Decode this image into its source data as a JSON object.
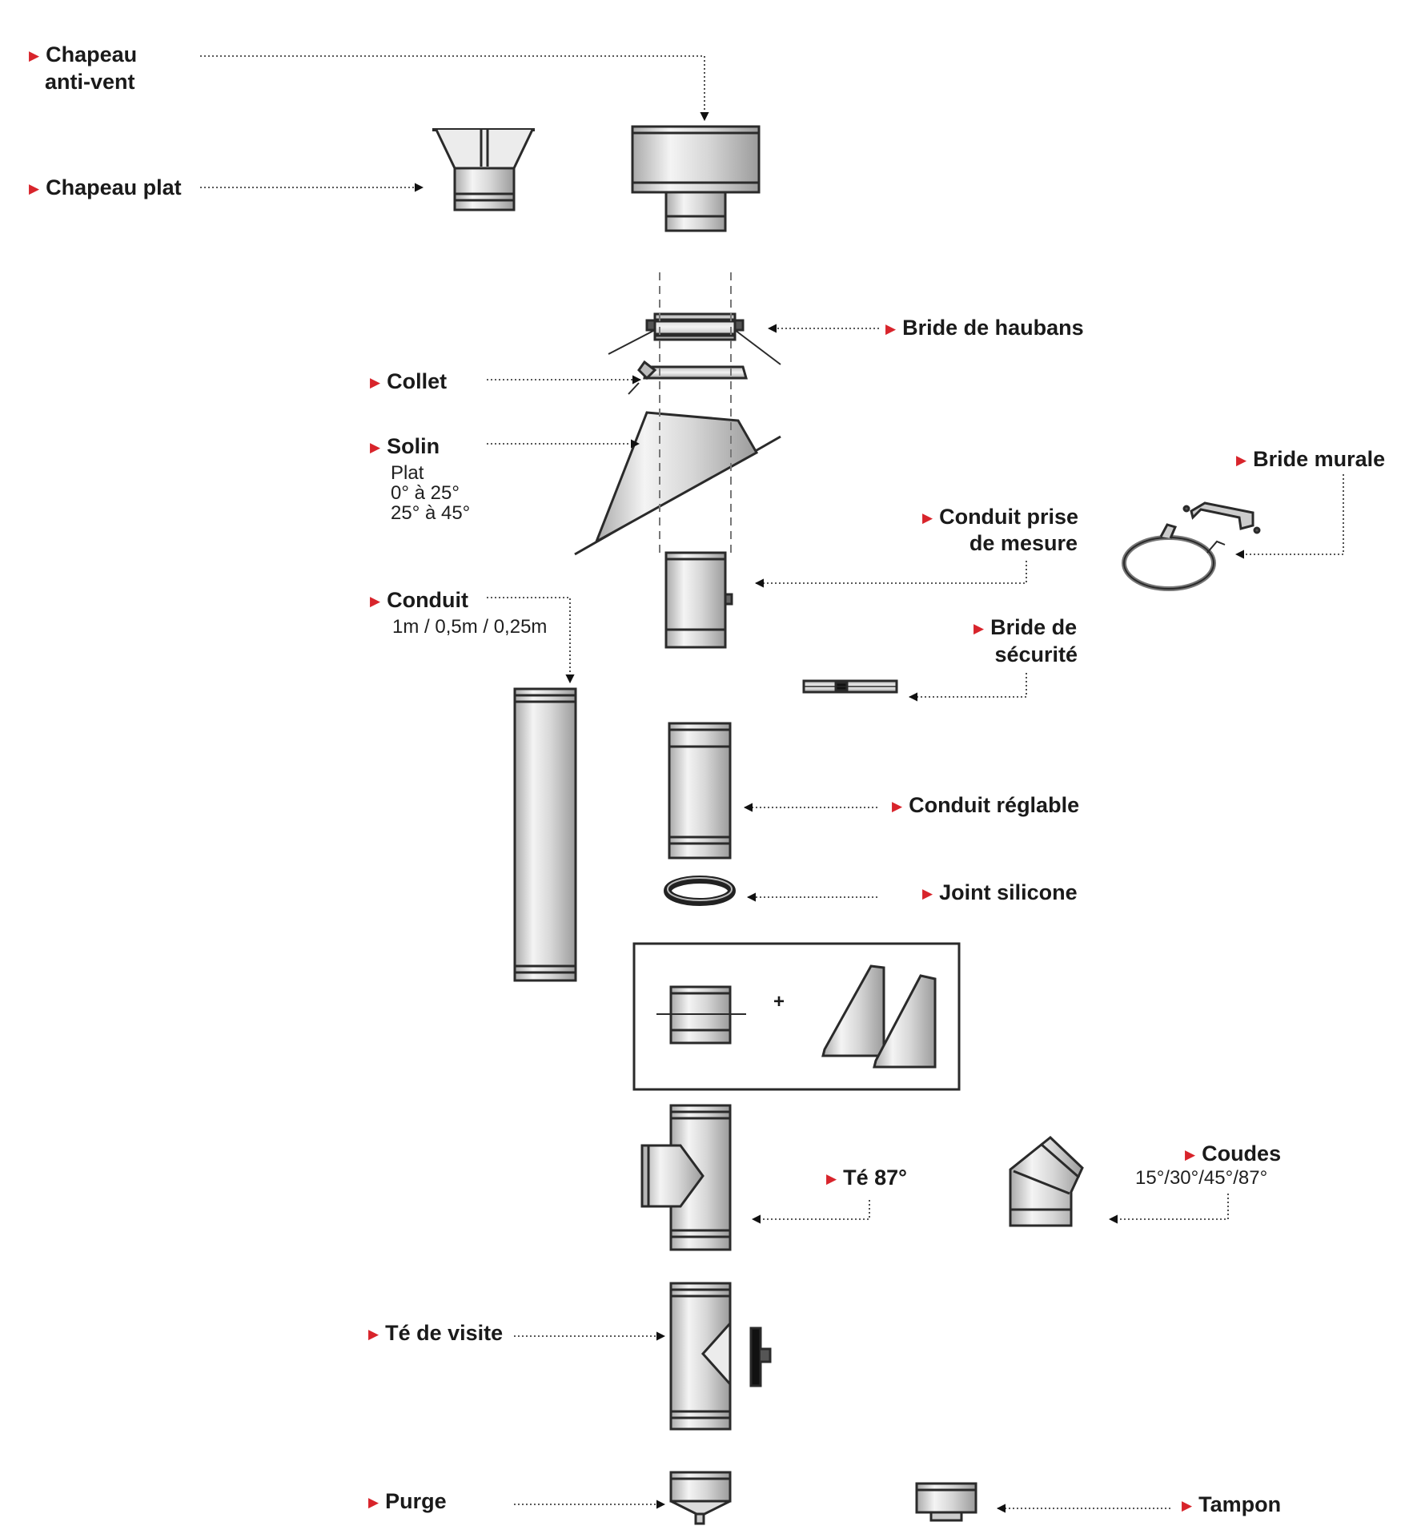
{
  "labels": {
    "chapeau_anti_vent_1": "Chapeau",
    "chapeau_anti_vent_2": "anti-vent",
    "chapeau_plat": "Chapeau plat",
    "bride_haubans": "Bride de haubans",
    "collet": "Collet",
    "solin": "Solin",
    "solin_opt_1": "Plat",
    "solin_opt_2": "0° à 25°",
    "solin_opt_3": "25° à 45°",
    "bride_murale": "Bride murale",
    "conduit_prise_1": "Conduit prise",
    "conduit_prise_2": "de mesure",
    "conduit": "Conduit",
    "conduit_sizes": "1m / 0,5m / 0,25m",
    "bride_securite_1": "Bride de",
    "bride_securite_2": "sécurité",
    "conduit_reglable": "Conduit réglable",
    "joint_silicone": "Joint silicone",
    "plus": "+",
    "te_87": "Té 87°",
    "coudes": "Coudes",
    "coudes_angles": "15°/30°/45°/87°",
    "te_visite": "Té de visite",
    "purge": "Purge",
    "tampon": "Tampon"
  },
  "colors": {
    "accent_triangle": "#d8242b",
    "text": "#1a1a1a",
    "metal_fill": "#dcdcdc",
    "outline": "#2a2a2a"
  }
}
